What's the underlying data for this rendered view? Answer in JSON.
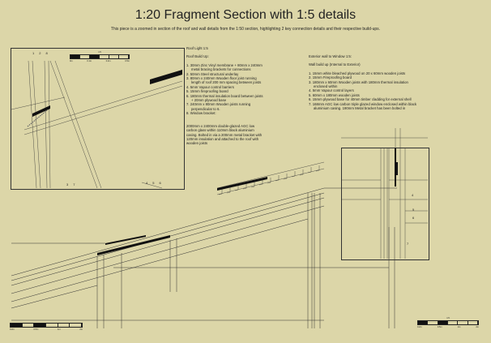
{
  "header": {
    "title": "1:20 Fragment Section with 1:5 details",
    "subtitle": "This piece is a zoomed in section of the roof and wall details from the 1:50 section, highlighting 2 key connection details and their respective build-ups."
  },
  "roof_notes": {
    "heading": "Roof Light 1:5",
    "subheading": "Roof Build Up:",
    "items": [
      "1. 30mm Zinc Vinyl membrane + 80mm x 240mm",
      "metal bracing brackets for connections",
      "2. 50mm Steel structural underlay",
      "3. 80mm x 240mm Wooden floor joist running",
      "length of roof 200 mm spacing between joists",
      "4. 5mm Vapour control barriers",
      "5. 15mm fireproofing board",
      "6. 180mm thermal insulation board between joists",
      "+ 20mm plywood base",
      "7. 240mm x 80mm Wooden joists running",
      "perpendicular to 6.",
      "8. Window bracket:"
    ],
    "window_text": [
      "2000mm x 2400mm double-glazed AGC low",
      "carbon glass within 110mm black aluminium",
      "casing. Bolted in via a 200mm metal bracket with",
      "120mm insulation and attached to the roof with",
      "wooden joists"
    ]
  },
  "wall_notes": {
    "heading": "Exterior wall to Window 1:5:",
    "subheading": "Wall build up (Internal to Exterior)",
    "items": [
      "1. 15mm white bleached plywood on 20 x 60mm wooden joists",
      "2. 15mm Fireproofing board",
      "3. 180mm x 60mm Wooden joists with 180mm thermal insulation",
      "enclosed within",
      "4. 5mm Vapour control layers",
      "5. 60mm x 180mm wooden joists",
      "6. 15mm plywood base for 40mm timber cladding for external shell",
      "7. 168mm AGC low carbon triple glazed window enclosed within black",
      "aluminium casing. 190mm Metal bracket has been bolted in"
    ]
  },
  "detail_left": {
    "numbers_top": [
      "1",
      "2",
      "8"
    ],
    "numbers_bottom_a": [
      "3",
      "7"
    ],
    "numbers_bottom_b": [
      "4",
      "5",
      "6"
    ]
  },
  "detail_right": {
    "numbers": [
      "4",
      "5",
      "6",
      "7"
    ]
  },
  "scales": {
    "left_detail": {
      "label": "1:5",
      "ticks": [
        "0m",
        "0.1m",
        "0.2m",
        "0.5m"
      ]
    },
    "bottom_left": {
      "label": "",
      "ticks": [
        "0.2m",
        "0.5m",
        "1m",
        "2m"
      ]
    },
    "bottom_right": {
      "label": "1:5",
      "ticks": [
        "0.2m",
        "0.5m",
        "1m",
        "2m"
      ]
    }
  }
}
